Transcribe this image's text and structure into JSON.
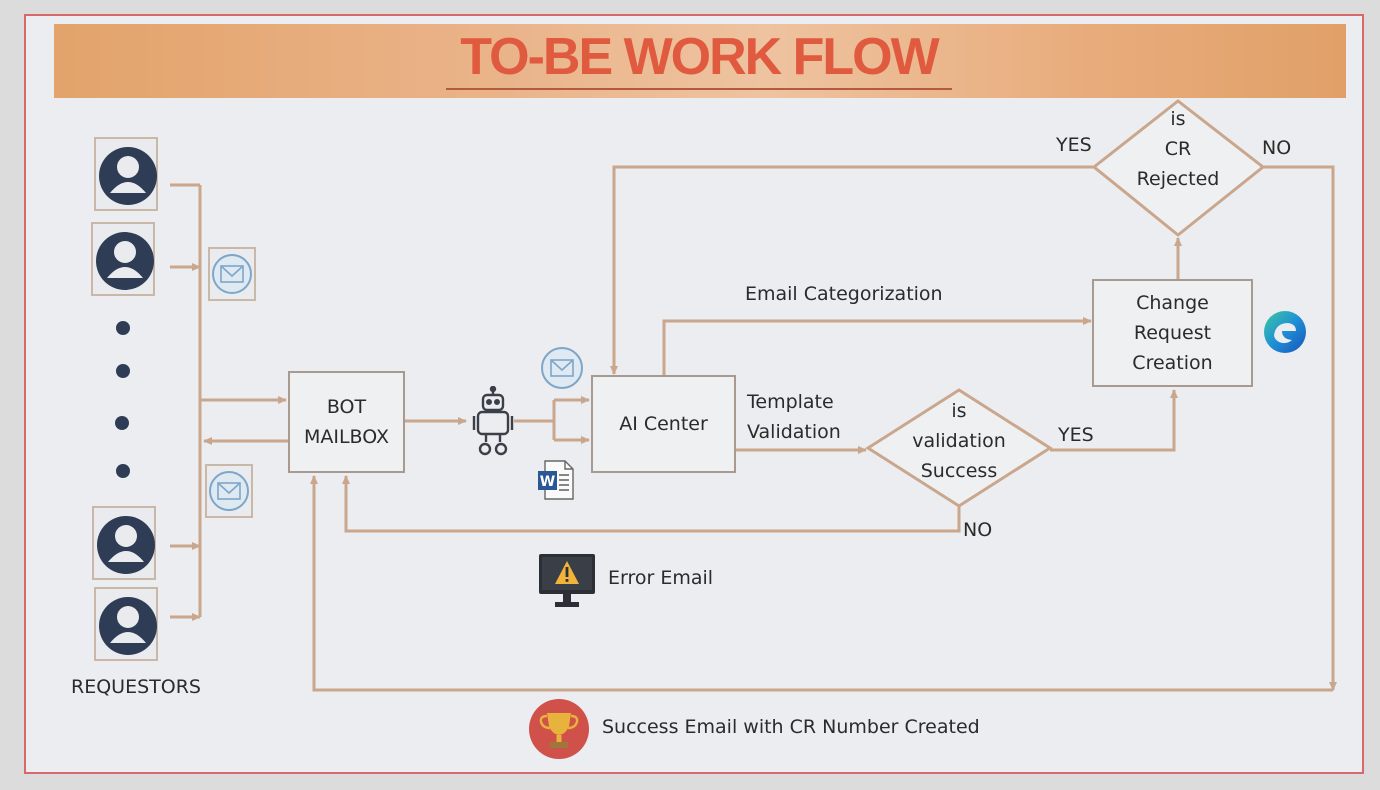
{
  "title": "TO-BE WORK FLOW",
  "requestors_label": "REQUESTORS",
  "nodes": {
    "bot_mailbox": "BOT\nMAILBOX",
    "ai_center": "AI Center",
    "change_request": "Change\nRequest\nCreation"
  },
  "decisions": {
    "validation": "is\nvalidation\nSuccess",
    "cr_rejected": "is\nCR\nRejected"
  },
  "edge_labels": {
    "template_validation": "Template\nValidation",
    "email_categorization": "Email Categorization",
    "validation_yes": "YES",
    "validation_no": "NO",
    "cr_yes": "YES",
    "cr_no": "NO"
  },
  "legend": {
    "error_email": "Error Email",
    "success_email": "Success Email with CR Number Created"
  },
  "icons": {
    "user": "user-icon",
    "mail": "envelope-icon",
    "robot": "robot-icon",
    "word": "word-doc-icon",
    "edge": "edge-browser-icon",
    "error": "warning-monitor-icon",
    "trophy": "trophy-icon"
  },
  "colors": {
    "title": "#e05a3f",
    "banner": "#e8ac7c",
    "frame": "#d9686a",
    "connector": "#c9a68c",
    "avatar": "#2e3d55"
  }
}
